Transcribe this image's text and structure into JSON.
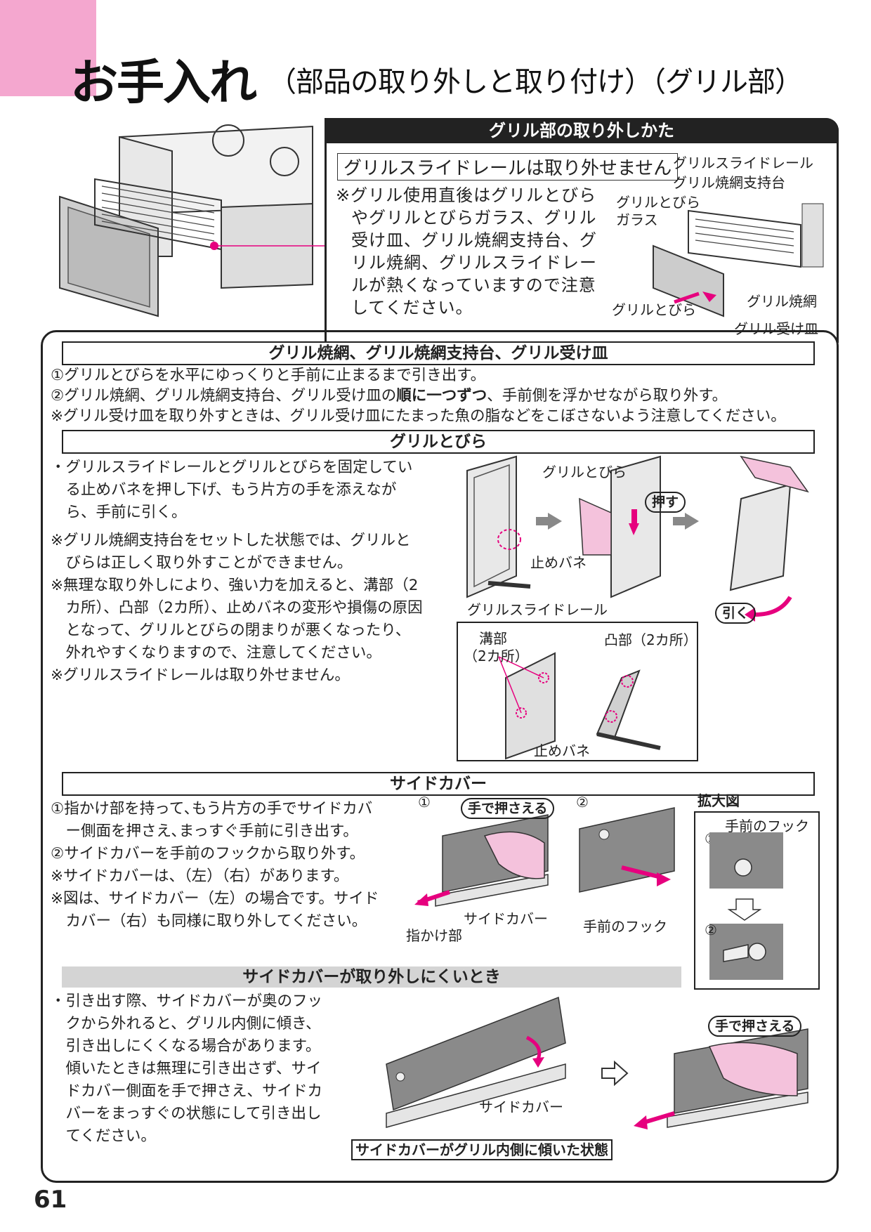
{
  "title": {
    "main": "お手入れ",
    "sub": "（部品の取り外しと取り付け）（グリル部）"
  },
  "removal_section": {
    "header": "グリル部の取り外しかた",
    "note_box": "グリルスライドレールは取り外せません",
    "caution_lines": [
      "※グリル使用直後はグリルとびら",
      "やグリルとびらガラス、グリル",
      "受け皿、グリル焼網支持台、グ",
      "リル焼網、グリルスライドレー",
      "ルが熱くなっていますので注意",
      "してください。"
    ],
    "labels": {
      "slide_rail": "グリルスライドレール",
      "grill_stand": "グリル焼網支持台",
      "door_glass_line1": "グリルとびら",
      "door_glass_line2": "ガラス",
      "grill_net": "グリル焼網",
      "door": "グリルとびら",
      "tray": "グリル受け皿"
    }
  },
  "section_net": {
    "header": "グリル焼網、グリル焼網支持台、グリル受け皿",
    "step1": "①グリルとびらを水平にゆっくりと手前に止まるまで引き出す。",
    "step2_before": "②グリル焼網、グリル焼網支持台、グリル受け皿の",
    "step2_bold": "順に一つずつ",
    "step2_after": "、手前側を浮かせながら取り外す。",
    "note": "※グリル受け皿を取り外すときは、グリル受け皿にたまった魚の脂などをこぼさないよう注意してください。"
  },
  "section_door": {
    "header": "グリルとびら",
    "lines": [
      "・グリルスライドレールとグリルとびらを固定してい",
      "　る止めバネを押し下げ、もう片方の手を添えなが",
      "　ら、手前に引く。",
      "※グリル焼網支持台をセットした状態では、グリルと",
      "　びらは正しく取り外すことができません。",
      "※無理な取り外しにより、強い力を加えると、溝部（2",
      "　カ所）、凸部（2カ所）、止めバネの変形や損傷の原因",
      "　となって、グリルとびらの閉まりが悪くなったり、",
      "　外れやすくなりますので、注意してください。",
      "※グリルスライドレールは取り外せません。"
    ],
    "labels": {
      "door": "グリルとびら",
      "push": "押す",
      "spring": "止めバネ",
      "rail": "グリルスライドレール",
      "pull": "引く",
      "groove_line1": "溝部",
      "groove_line2": "（2カ所）",
      "convex": "凸部（2カ所）",
      "spring2": "止めバネ"
    }
  },
  "section_side": {
    "header": "サイドカバー",
    "lines": [
      "①指かけ部を持って､もう片方の手でサイドカバ",
      "　ー側面を押さえ､まっすぐ手前に引き出す。",
      "②サイドカバーを手前のフックから取り外す。",
      "※サイドカバーは、（左）（右）があります。",
      "※図は、サイドカバー（左）の場合です。サイド",
      "　カバー（右）も同様に取り外してください。"
    ],
    "labels": {
      "num1": "①",
      "num2": "②",
      "hand_press": "手で押さえる",
      "side_cover": "サイドカバー",
      "finger": "指かけ部",
      "front_hook": "手前のフック",
      "zoom": "拡大図",
      "zoom_hook": "手前のフック",
      "zoom1": "①",
      "zoom2": "②"
    }
  },
  "section_hard": {
    "header": "サイドカバーが取り外しにくいとき",
    "lines": [
      "・引き出す際、サイドカバーが奥のフッ",
      "　クから外れると、グリル内側に傾き、",
      "　引き出しにくくなる場合があります。",
      "　傾いたときは無理に引き出さず、サイ",
      "　ドカバー側面を手で押さえ、サイドカ",
      "　バーをまっすぐの状態にして引き出し",
      "　てください。"
    ],
    "labels": {
      "side_cover": "サイドカバー",
      "hand_press": "手で押さえる",
      "caption": "サイドカバーがグリル内側に傾いた状態"
    }
  },
  "page_number": "61",
  "colors": {
    "accent_pink": "#f4a7cf",
    "arrow_magenta": "#e6007e",
    "figure_gray": "#8a8a8a"
  }
}
